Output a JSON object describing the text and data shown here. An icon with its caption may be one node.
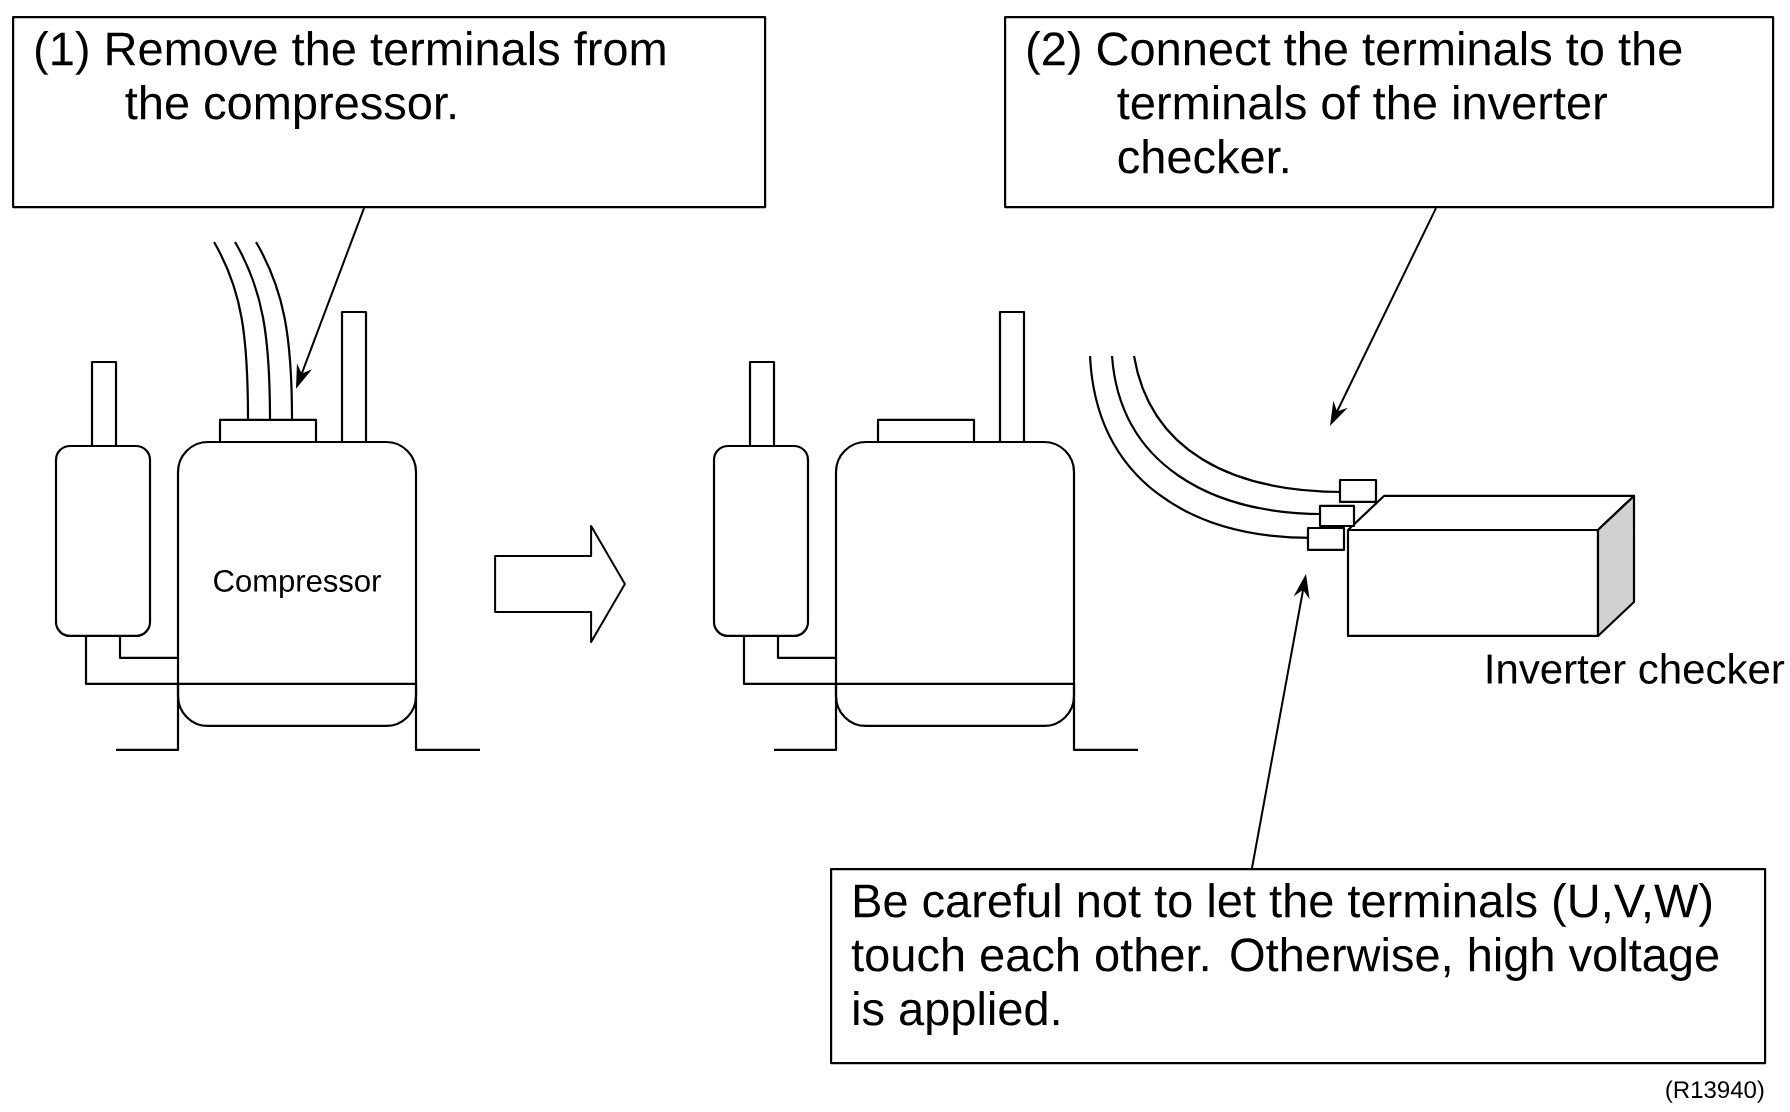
{
  "diagram": {
    "nodes": [
      {
        "text": [
          "(1) Remove the terminals from the compressor."
        ]
      },
      {
        "text": [
          "Compressor"
        ]
      },
      {
        "text": [
          "(2) Connect the terminals to the terminals of the inverter checker."
        ]
      },
      {
        "text": [],
        "shape": "box"
      },
      {
        "text": [],
        "shape": "box",
        "beside": [
          "Inverter checker"
        ]
      },
      {
        "text": [
          "Be careful not to let the terminals (U,V,W) touch each other. Otherwise, high voltage is applied."
        ]
      }
    ],
    "edges": [
      {
        "from": 0,
        "to": 1,
        "arrow": "to"
      },
      {
        "from": 1,
        "to": 3,
        "arrow": "to"
      },
      {
        "from": 2,
        "to": null,
        "arrow": "to"
      },
      {
        "from": 5,
        "to": null,
        "arrow": "to"
      }
    ],
    "labels": [
      "(R13940)"
    ]
  }
}
